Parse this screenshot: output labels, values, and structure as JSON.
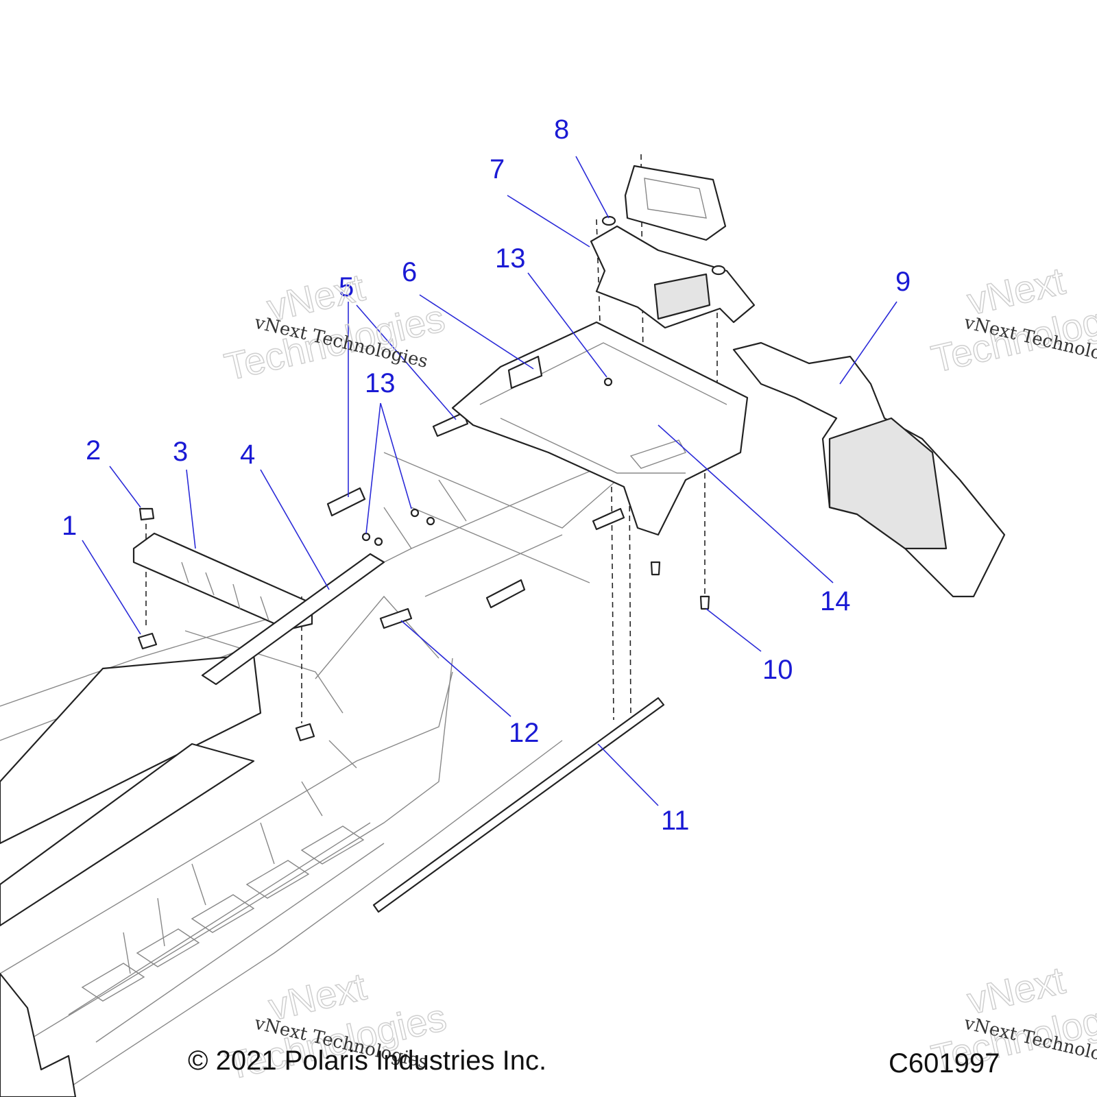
{
  "callouts": [
    {
      "label": "1"
    },
    {
      "label": "2"
    },
    {
      "label": "3"
    },
    {
      "label": "4"
    },
    {
      "label": "5"
    },
    {
      "label": "6"
    },
    {
      "label": "7"
    },
    {
      "label": "8"
    },
    {
      "label": "9"
    },
    {
      "label": "10"
    },
    {
      "label": "11"
    },
    {
      "label": "12"
    },
    {
      "label": "13"
    },
    {
      "label": "13"
    },
    {
      "label": "14"
    }
  ],
  "watermark": {
    "line1": "vNext",
    "line2": "Technologies",
    "small": "vNext Technologies"
  },
  "footer": {
    "copyright": "© 2021 Polaris Industries Inc.",
    "code": "C601997"
  }
}
